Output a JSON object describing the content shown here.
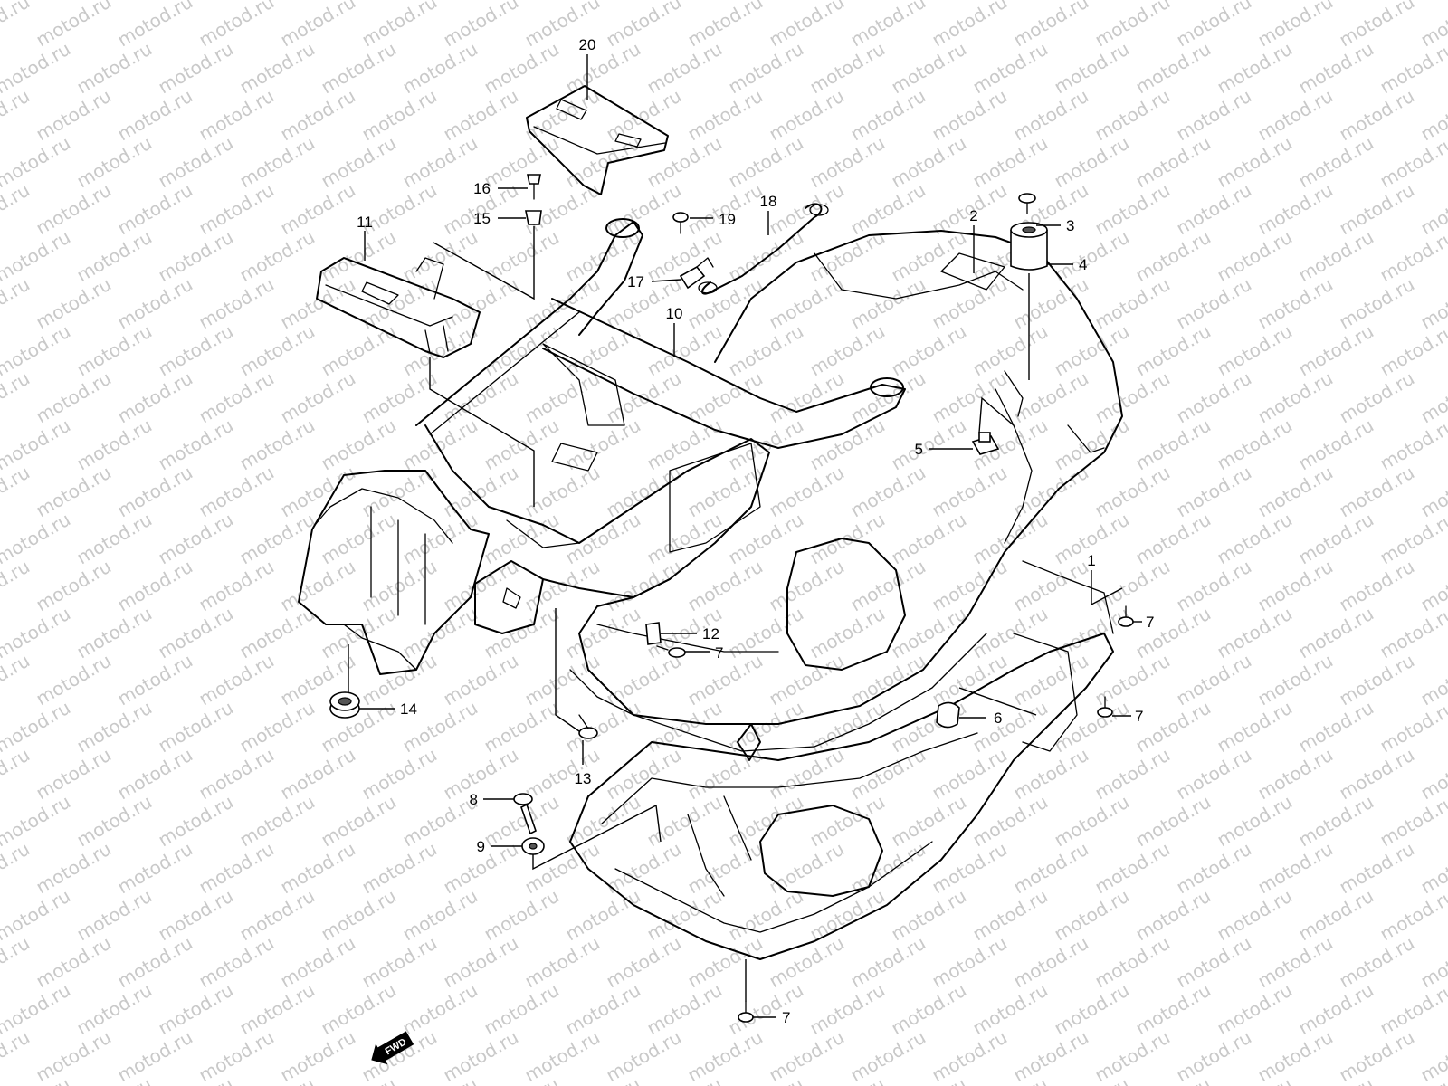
{
  "watermark": {
    "text": "motod.ru",
    "color": "#c9c9c9"
  },
  "direction_badge": {
    "text": "FWD",
    "icon": "forward-arrow-icon"
  },
  "callouts": [
    {
      "id": "c1",
      "label": "1"
    },
    {
      "id": "c2",
      "label": "2"
    },
    {
      "id": "c3",
      "label": "3"
    },
    {
      "id": "c4",
      "label": "4"
    },
    {
      "id": "c5",
      "label": "5"
    },
    {
      "id": "c6",
      "label": "6"
    },
    {
      "id": "c7a",
      "label": "7"
    },
    {
      "id": "c7b",
      "label": "7"
    },
    {
      "id": "c7c",
      "label": "7"
    },
    {
      "id": "c7d",
      "label": "7"
    },
    {
      "id": "c8",
      "label": "8"
    },
    {
      "id": "c9",
      "label": "9"
    },
    {
      "id": "c10",
      "label": "10"
    },
    {
      "id": "c11",
      "label": "11"
    },
    {
      "id": "c12",
      "label": "12"
    },
    {
      "id": "c13",
      "label": "13"
    },
    {
      "id": "c14",
      "label": "14"
    },
    {
      "id": "c15",
      "label": "15"
    },
    {
      "id": "c16",
      "label": "16"
    },
    {
      "id": "c17",
      "label": "17"
    },
    {
      "id": "c18",
      "label": "18"
    },
    {
      "id": "c19",
      "label": "19"
    },
    {
      "id": "c20",
      "label": "20"
    }
  ]
}
